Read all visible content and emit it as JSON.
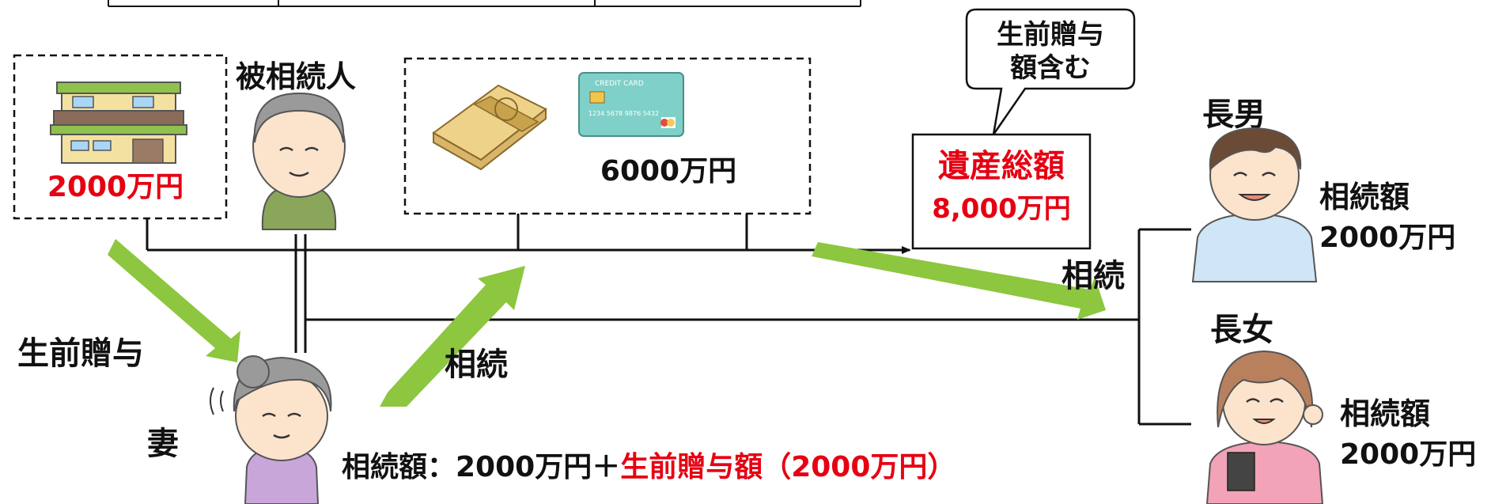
{
  "colors": {
    "accent_red": "#e60012",
    "arrow_green": "#8dc63f",
    "text": "#111111"
  },
  "deceased_label": "被相続人",
  "house_amount": "2000万円",
  "cash_amount": "6000万円",
  "callout_line1": "生前贈与",
  "callout_line2": "額含む",
  "estate_total_label": "遺産総額",
  "estate_total_amount": "8,000万円",
  "gift_label": "生前贈与",
  "wife_inherit_label": "相続",
  "wife_label": "妻",
  "children_inherit_label": "相続",
  "son_label": "長男",
  "son_amount_label": "相続額",
  "son_amount": "2000万円",
  "daughter_label": "長女",
  "daughter_amount_label": "相続額",
  "daughter_amount": "2000万円",
  "wife_formula_base": "相続額：2000万円＋",
  "wife_formula_gift": "生前贈与額（2000万円）",
  "icons": [
    "house-icon",
    "old-man-icon",
    "money-bundle-icon",
    "credit-card-icon",
    "old-woman-icon",
    "son-icon",
    "daughter-icon"
  ],
  "card_text": {
    "brand": "CREDIT CARD",
    "number": "1234 5678 9876 5432"
  }
}
